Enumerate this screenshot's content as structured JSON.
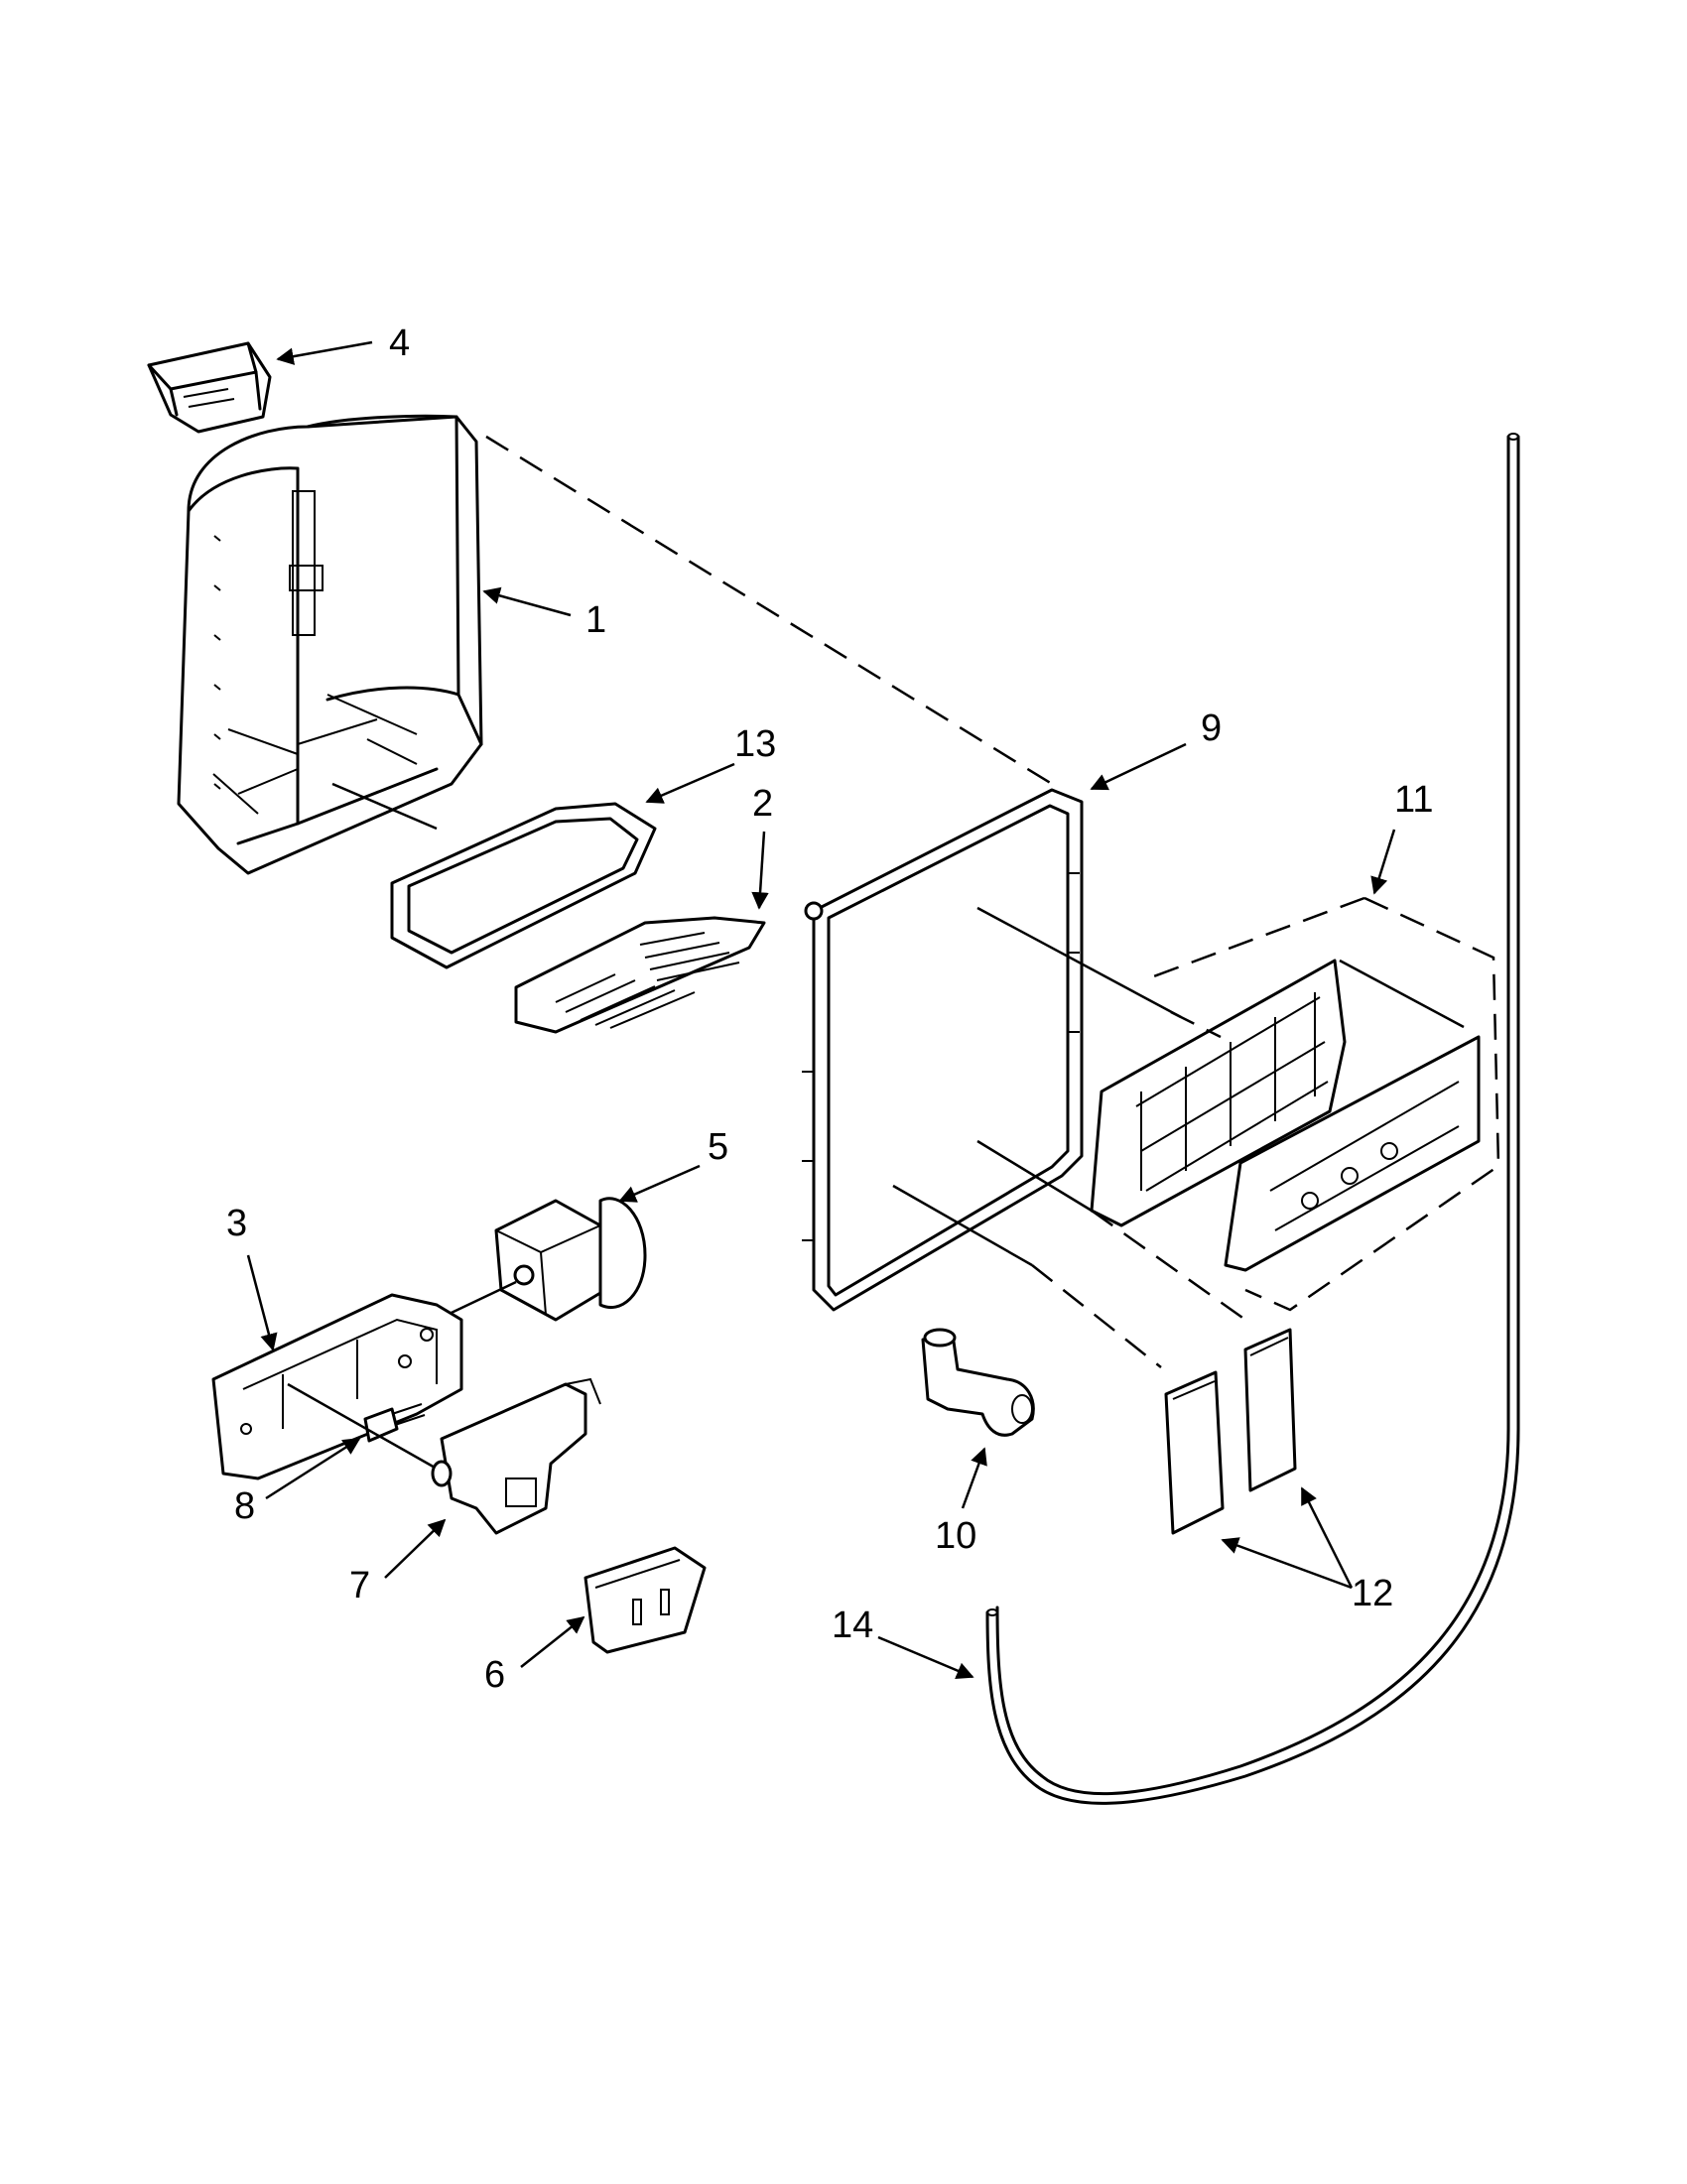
{
  "diagram": {
    "callouts": {
      "c1": "1",
      "c2": "2",
      "c3": "3",
      "c4": "4",
      "c5": "5",
      "c6": "6",
      "c7": "7",
      "c8": "8",
      "c9": "9",
      "c10": "10",
      "c11": "11",
      "c12": "12",
      "c13": "13",
      "c14": "14"
    },
    "colors": {
      "line": "#000000",
      "background": "#ffffff"
    }
  }
}
